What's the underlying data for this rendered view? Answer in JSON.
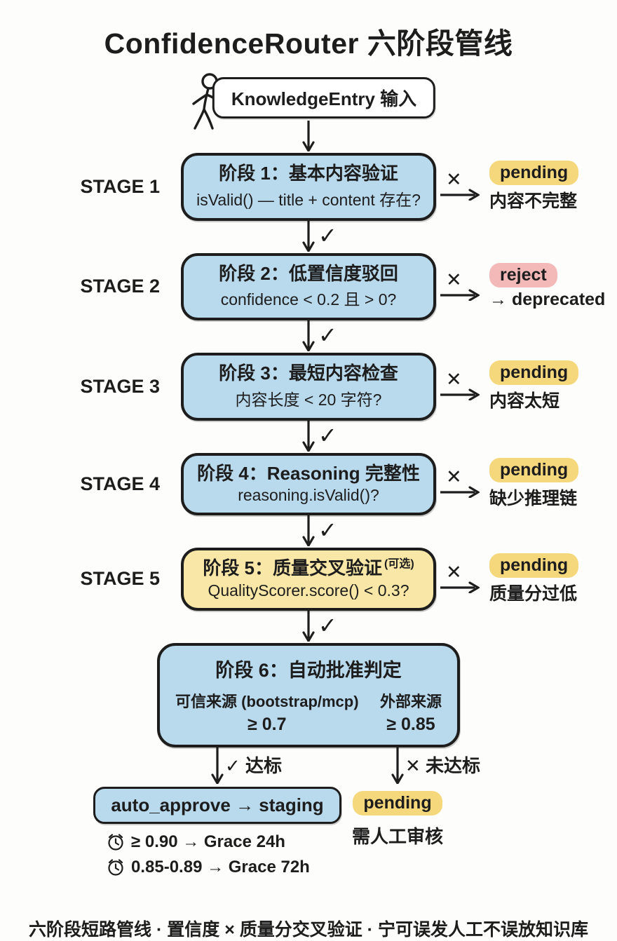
{
  "title": "ConfidenceRouter 六阶段管线",
  "input": {
    "label": "KnowledgeEntry 输入"
  },
  "pass_mark": "✓",
  "fail_mark": "✕",
  "stages": [
    {
      "side_label": "STAGE 1",
      "title": "阶段 1：基本内容验证",
      "subtitle": "isValid() — title + content 存在?",
      "fail_badge": "pending",
      "fail_note": "内容不完整"
    },
    {
      "side_label": "STAGE 2",
      "title": "阶段 2：低置信度驳回",
      "subtitle": "confidence < 0.2 且 > 0?",
      "fail_badge": "reject",
      "fail_note": "→ deprecated"
    },
    {
      "side_label": "STAGE 3",
      "title": "阶段 3：最短内容检查",
      "subtitle": "内容长度 < 20 字符?",
      "fail_badge": "pending",
      "fail_note": "内容太短"
    },
    {
      "side_label": "STAGE 4",
      "title": "阶段 4：Reasoning 完整性",
      "subtitle": "reasoning.isValid()?",
      "fail_badge": "pending",
      "fail_note": "缺少推理链"
    },
    {
      "side_label": "STAGE 5",
      "title": "阶段 5：质量交叉验证",
      "optional_tag": "(可选)",
      "subtitle": "QualityScorer.score() < 0.3?",
      "fail_badge": "pending",
      "fail_note": "质量分过低"
    }
  ],
  "stage6": {
    "title": "阶段 6：自动批准判定",
    "left_source": "可信来源 (bootstrap/mcp)",
    "left_threshold": "≥ 0.7",
    "right_source": "外部来源",
    "right_threshold": "≥ 0.85"
  },
  "outcomes": {
    "pass_label": "✓ 达标",
    "fail_label": "✕ 未达标",
    "approve_box": "auto_approve → staging",
    "grace_rules": [
      "≥ 0.90 → Grace 24h",
      "0.85-0.89 → Grace 72h"
    ],
    "pending_badge": "pending",
    "pending_note": "需人工审核"
  },
  "footer": "六阶段短路管线 · 置信度 × 质量分交叉验证 · 宁可误发人工不误放知识库",
  "colors": {
    "stage_blue": "#b9d9ed",
    "stage_yellow": "#f8e7a6",
    "badge_pending": "#f6d87c",
    "badge_reject": "#f3b9b9",
    "ink": "#1d1d1d"
  }
}
